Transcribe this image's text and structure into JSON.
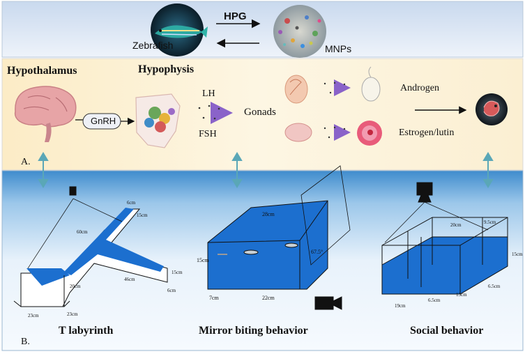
{
  "top": {
    "zebrafish_label": "Zebrafish",
    "mnps_label": "MNPs",
    "hpg_label": "HPG"
  },
  "panel_a": {
    "letter": "A.",
    "hypothalamus": "Hypothalamus",
    "hypophysis": "Hypophysis",
    "gnrh": "GnRH",
    "lh": "LH",
    "fsh": "FSH",
    "gonads": "Gonads",
    "androgen": "Androgen",
    "estrogen": "Estrogen/lutin"
  },
  "panel_b": {
    "letter": "B.",
    "t_labyrinth": {
      "title": "T labyrinth",
      "dims": [
        "6cm",
        "15cm",
        "60cm",
        "20cm",
        "46cm",
        "15cm",
        "6cm",
        "23cm",
        "23cm"
      ]
    },
    "mirror": {
      "title": "Mirror biting behavior",
      "dims": [
        "28cm",
        "15cm",
        "7cm",
        "22cm",
        "67.5°"
      ]
    },
    "social": {
      "title": "Social behavior",
      "dims": [
        "20cm",
        "9.5cm",
        "15cm",
        "6.5cm",
        "13cm",
        "6.5cm",
        "19cm"
      ]
    }
  },
  "colors": {
    "top_band": "#dbe6f3",
    "panel_a_bg": "#fdf3d8",
    "panel_b_bg": "#5da2d6",
    "water": "#1c6fcf",
    "arrow_purple": "#a67bd0"
  }
}
